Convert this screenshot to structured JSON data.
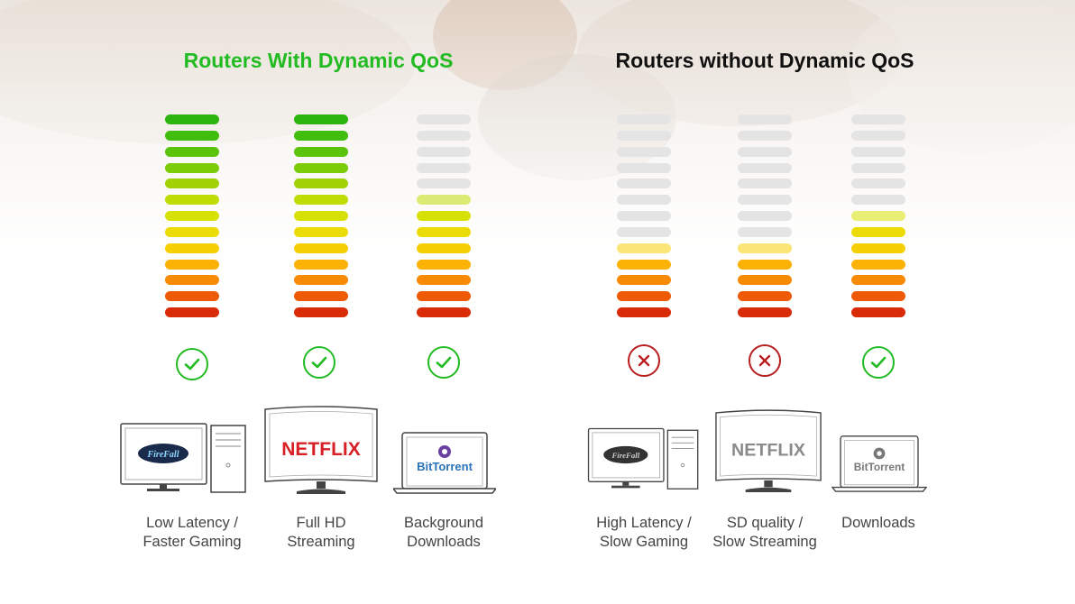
{
  "panels": [
    {
      "title": "Routers With Dynamic QoS",
      "title_color": "#22bb22",
      "columns": [
        {
          "status": "check",
          "level": 1.0,
          "icon": "gaming-pc-icon",
          "logo": "FireFall",
          "caption": [
            "Low Latency /",
            "Faster Gaming"
          ]
        },
        {
          "status": "check",
          "level": 1.0,
          "icon": "tv-icon",
          "logo": "NETFLIX",
          "caption": [
            "Full HD",
            "Streaming"
          ]
        },
        {
          "status": "check",
          "level": 0.615,
          "icon": "laptop-icon",
          "logo": "BitTorrent",
          "caption": [
            "Background",
            "Downloads"
          ]
        }
      ]
    },
    {
      "title": "Routers without Dynamic QoS",
      "title_color": "#111111",
      "columns": [
        {
          "status": "cross",
          "level": 0.385,
          "icon": "gaming-pc-icon",
          "logo": "FireFall",
          "caption": [
            "High Latency /",
            "Slow Gaming"
          ]
        },
        {
          "status": "cross",
          "level": 0.385,
          "icon": "tv-icon",
          "logo": "NETFLIX",
          "caption": [
            "SD quality /",
            "Slow Streaming"
          ]
        },
        {
          "status": "check",
          "level": 0.538,
          "icon": "laptop-icon",
          "logo": "BitTorrent",
          "caption": [
            "Downloads"
          ]
        }
      ]
    }
  ],
  "colors": {
    "check": "#22bb22",
    "cross": "#bb1e1e",
    "segment_empty": "#e4e4e4",
    "segments_bottom_to_top": [
      "#d92b07",
      "#ee5a05",
      "#f98a05",
      "#fbb205",
      "#f6cf05",
      "#ebdc05",
      "#d8e105",
      "#bfdc05",
      "#a1d205",
      "#7ccc08",
      "#5bc40a",
      "#40bd0d",
      "#2cb50e"
    ]
  }
}
